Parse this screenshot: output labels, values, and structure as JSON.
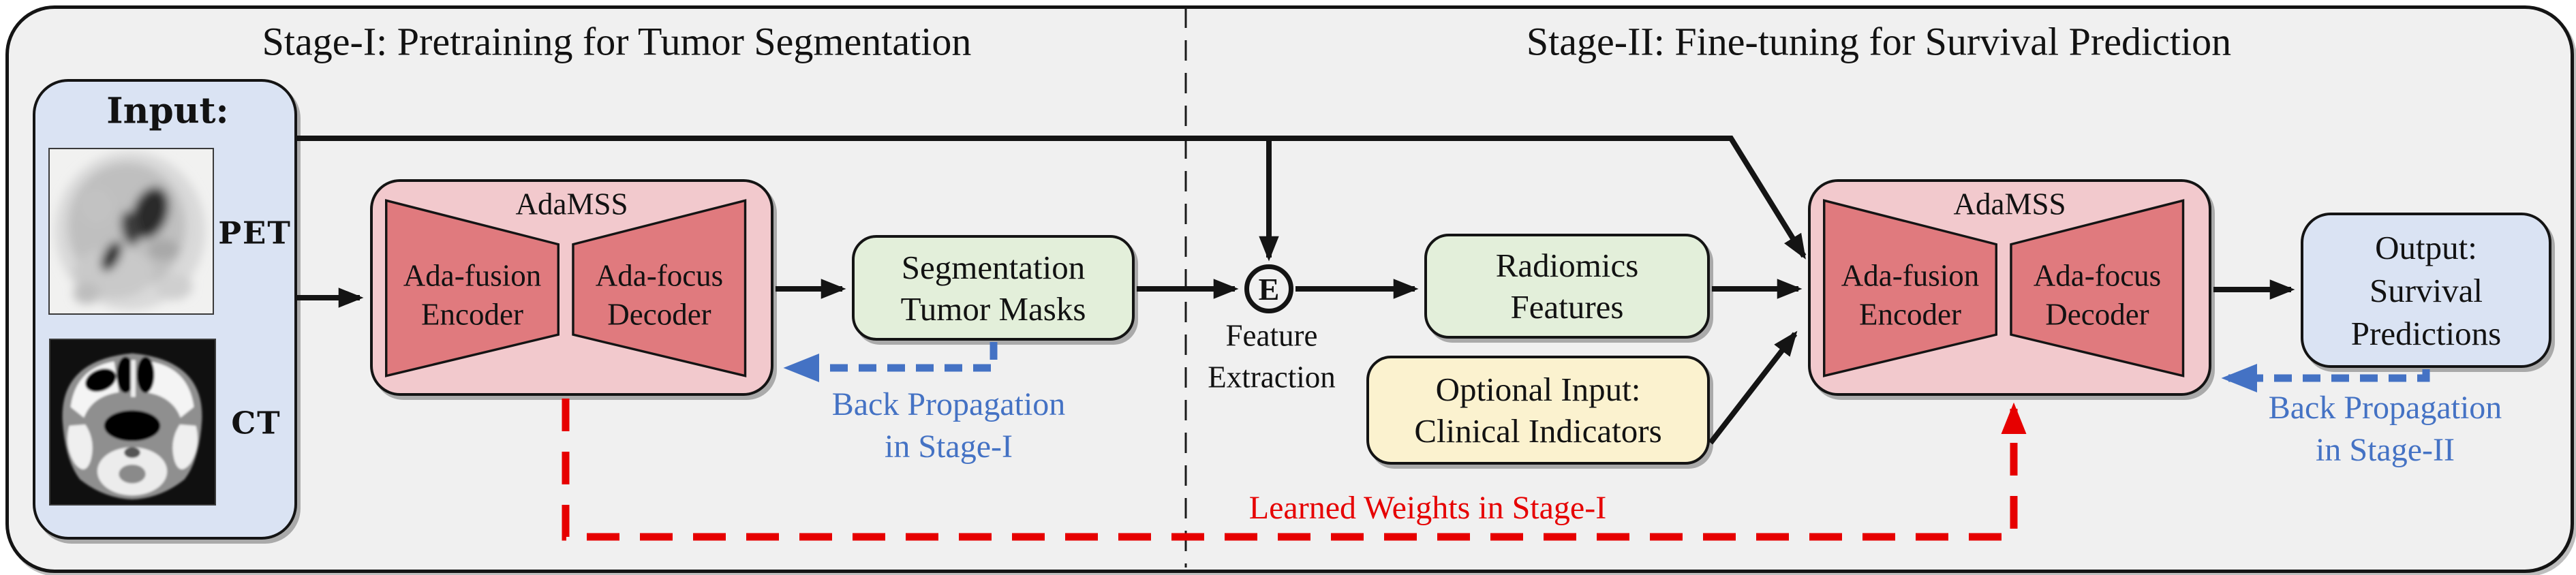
{
  "colors": {
    "background": "#f0f0f0",
    "frame_border": "#141414",
    "input_fill": "#dae3f3",
    "module_fill": "#f2c9cd",
    "trapezoid_fill": "#e07a7e",
    "green_fill": "#e3efda",
    "yellow_fill": "#fbf2cf",
    "output_fill": "#dae3f3",
    "blue_accent": "#4472c4",
    "red_accent": "#e60000"
  },
  "stage1": {
    "title": "Stage-I: Pretraining for Tumor Segmentation"
  },
  "stage2": {
    "title": "Stage-II: Fine-tuning for Survival Prediction"
  },
  "input_box": {
    "label": "Input:",
    "pet_label": "PET",
    "ct_label": "CT"
  },
  "adamss": {
    "title": "AdaMSS",
    "encoder_line1": "Ada-fusion",
    "encoder_line2": "Encoder",
    "decoder_line1": "Ada-focus",
    "decoder_line2": "Decoder"
  },
  "segmentation_box": {
    "line1": "Segmentation",
    "line2": "Tumor Masks"
  },
  "feature_extraction": {
    "symbol": "E",
    "line1": "Feature",
    "line2": "Extraction"
  },
  "radiomics_box": {
    "line1": "Radiomics",
    "line2": "Features"
  },
  "optional_box": {
    "line1": "Optional Input:",
    "line2": "Clinical Indicators"
  },
  "output_box": {
    "line1": "Output:",
    "line2": "Survival",
    "line3": "Predictions"
  },
  "backprop_stage1": {
    "line1": "Back Propagation",
    "line2": "in Stage-I"
  },
  "backprop_stage2": {
    "line1": "Back Propagation",
    "line2": "in Stage-II"
  },
  "learned_weights": {
    "label": "Learned Weights in Stage-I"
  }
}
